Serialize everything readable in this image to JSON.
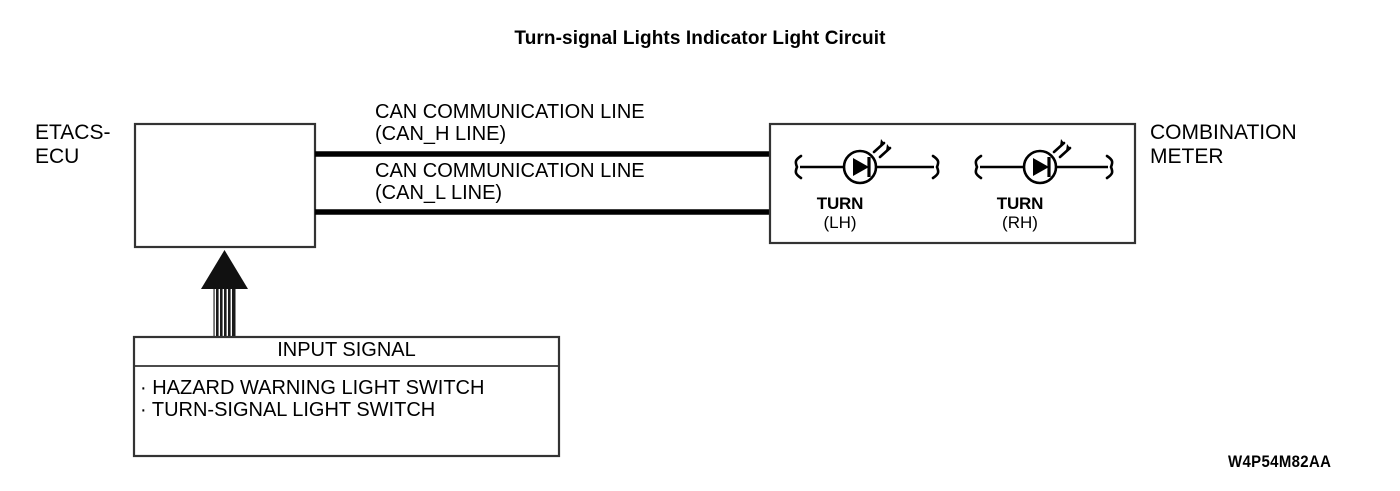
{
  "title": "Turn-signal Lights Indicator Light Circuit",
  "nodes": {
    "etacs_ecu": {
      "label": "ETACS-\nECU"
    },
    "combination_meter": {
      "label": "COMBINATION\nMETER"
    }
  },
  "connections": {
    "can_h": {
      "label": "CAN COMMUNICATION LINE\n(CAN_H LINE)"
    },
    "can_l": {
      "label": "CAN COMMUNICATION LINE\n(CAN_L LINE)"
    }
  },
  "input_signal": {
    "header": "INPUT SIGNAL",
    "items": "· HAZARD WARNING LIGHT SWITCH\n· TURN-SIGNAL LIGHT SWITCH"
  },
  "indicators": [
    {
      "name": "TURN",
      "side": "(LH)",
      "symbol": "led-icon"
    },
    {
      "name": "TURN",
      "side": "(RH)",
      "symbol": "led-icon"
    }
  ],
  "part_code": "W4P54M82AA",
  "colors": {
    "ink": "#000000",
    "background": "#ffffff",
    "outline": "#1a1a1a"
  }
}
